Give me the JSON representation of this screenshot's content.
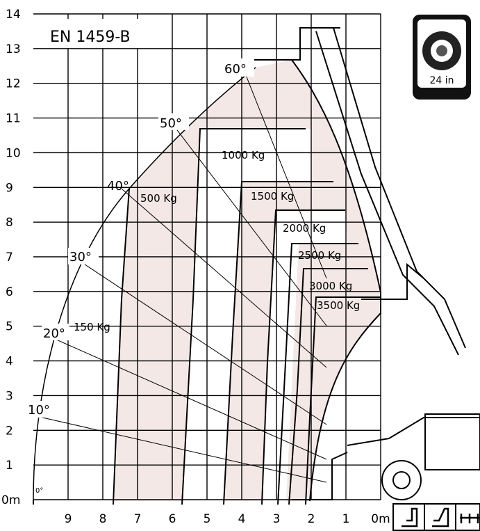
{
  "chart_data": {
    "type": "load-chart",
    "standard": "EN 1459-B",
    "tire_label": "24 in",
    "x_axis": {
      "ticks": [
        "9",
        "8",
        "7",
        "6",
        "5",
        "4",
        "3",
        "2",
        "1",
        "0m"
      ],
      "range": [
        9.8,
        0
      ]
    },
    "y_axis": {
      "ticks": [
        "0m",
        "1",
        "2",
        "3",
        "4",
        "5",
        "6",
        "7",
        "8",
        "9",
        "10",
        "11",
        "12",
        "13",
        "14"
      ],
      "range": [
        0,
        14
      ]
    },
    "angles": [
      {
        "label": "0°",
        "deg": 0
      },
      {
        "label": "10°",
        "deg": 10
      },
      {
        "label": "20°",
        "deg": 20
      },
      {
        "label": "30°",
        "deg": 30
      },
      {
        "label": "40°",
        "deg": 40
      },
      {
        "label": "50°",
        "deg": 50
      },
      {
        "label": "60°",
        "deg": 60
      }
    ],
    "load_zones": [
      {
        "label": "150 Kg",
        "outer_reach": 9.8,
        "max_height": 13.5
      },
      {
        "label": "500 Kg",
        "reach_at_top": 7.3,
        "max_height": 9.0
      },
      {
        "label": "1000 Kg",
        "reach_at_top": 5.2,
        "max_height": 10.8
      },
      {
        "label": "1500 Kg",
        "reach_at_top": 4.0,
        "max_height": 9.2
      },
      {
        "label": "2000 Kg",
        "reach_at_top": 3.1,
        "max_height": 8.4
      },
      {
        "label": "2500 Kg",
        "reach_at_top": 2.6,
        "max_height": 7.4
      },
      {
        "label": "3000 Kg",
        "reach_at_top": 2.3,
        "max_height": 6.6
      },
      {
        "label": "3500 Kg",
        "reach_at_top": 1.8,
        "max_height": 5.8
      }
    ],
    "colors": {
      "zone_fill": "#f3e8e6",
      "line": "#000000"
    },
    "icons": [
      "tire-icon",
      "fork-carriage-icon",
      "fork-icon",
      "pallet-fork-icon"
    ]
  }
}
